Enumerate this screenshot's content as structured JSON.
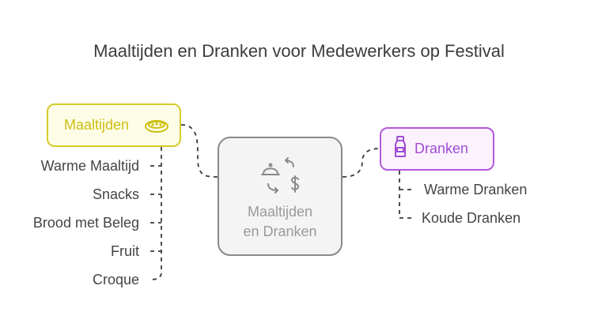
{
  "title": "Maaltijden en Dranken voor Medewerkers op Festival",
  "center": {
    "label_line1": "Maaltijden",
    "label_line2": "en Dranken",
    "icon": "food-drink-exchange-icon"
  },
  "meals": {
    "label": "Maaltijden",
    "icon": "food-plate-icon",
    "items": [
      "Warme Maaltijd",
      "Snacks",
      "Brood met Beleg",
      "Fruit",
      "Croque"
    ]
  },
  "drinks": {
    "label": "Dranken",
    "icon": "bottle-icon",
    "items": [
      "Warme Dranken",
      "Koude Dranken"
    ]
  },
  "colors": {
    "meals": "#d4cc2a",
    "drinks": "#b25ad9",
    "center": "#8a8a8a",
    "connector": "#3a3a3a"
  }
}
